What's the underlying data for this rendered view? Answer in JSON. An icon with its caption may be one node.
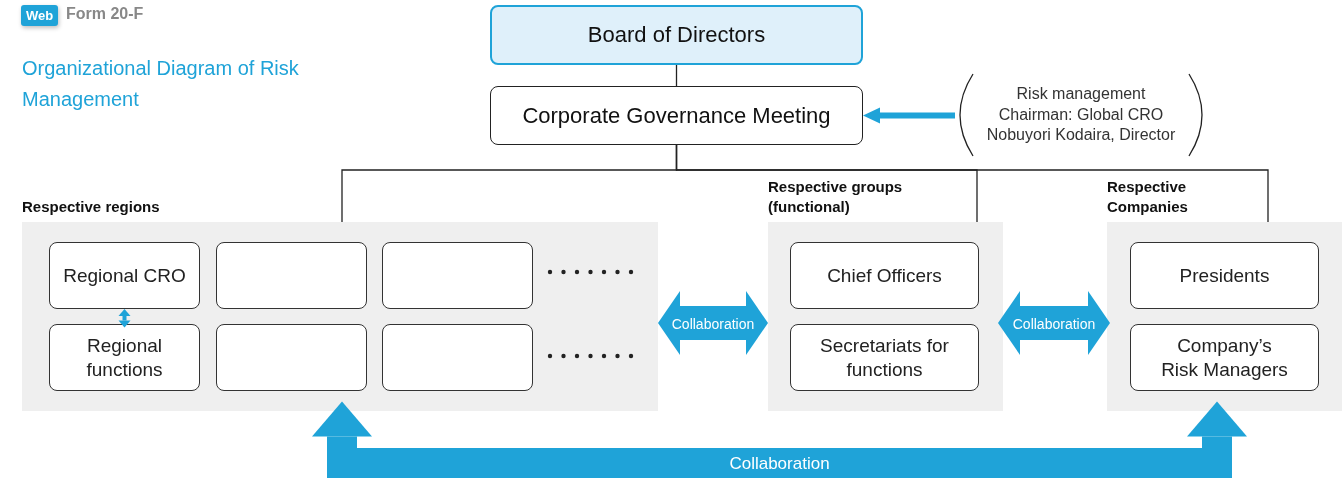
{
  "diagram": {
    "title": "Organizational Diagram of Risk Management",
    "nodes": [
      {
        "text": [
          "Board of Directors"
        ]
      },
      {
        "text": [
          "Corporate Governance Meeting"
        ]
      },
      {
        "text": [
          "Risk management Chairman: Global CRO Nobuyori Kodaira, Director"
        ]
      },
      {
        "text": [
          "Respective regions"
        ]
      },
      {
        "text": [
          "Regional CRO"
        ],
        "in": 3
      },
      {
        "text": [],
        "shape": "box",
        "in": 3
      },
      {
        "text": [],
        "shape": "box",
        "in": 3
      },
      {
        "text": [
          "Regional functions"
        ],
        "in": 3
      },
      {
        "text": [],
        "shape": "box",
        "in": 3
      },
      {
        "text": [],
        "shape": "box",
        "in": 3
      },
      {
        "text": [
          "Respective groups (functional)"
        ]
      },
      {
        "text": [
          "Chief Officers"
        ],
        "in": 10
      },
      {
        "text": [
          "Secretariats for functions"
        ],
        "in": 10
      },
      {
        "text": [
          "Respective Companies"
        ]
      },
      {
        "text": [
          "Presidents"
        ],
        "in": 13
      },
      {
        "text": [
          "Company’s Risk Managers"
        ],
        "in": 13
      }
    ],
    "edges": [
      {
        "from": 0,
        "to": 1,
        "arrow": "none",
        "color": "#222222"
      },
      {
        "from": 1,
        "to": 3,
        "arrow": "none",
        "color": "#222222"
      },
      {
        "from": 1,
        "to": 10,
        "arrow": "none",
        "color": "#222222"
      },
      {
        "from": 1,
        "to": 13,
        "arrow": "none",
        "color": "#222222"
      },
      {
        "from": 2,
        "to": 1,
        "arrow": "to"
      },
      {
        "from": 4,
        "to": 7,
        "arrow": "both"
      },
      {
        "from": 3,
        "to": 10,
        "arrow": "both",
        "label": "Collaboration",
        "style": "thick"
      },
      {
        "from": 10,
        "to": 13,
        "arrow": "both",
        "label": "Collaboration",
        "style": "thick"
      },
      {
        "from": 3,
        "to": 13,
        "arrow": "both",
        "label": "Collaboration",
        "style": "thick"
      }
    ],
    "labels": [
      "Web",
      "Form 20-F"
    ]
  }
}
